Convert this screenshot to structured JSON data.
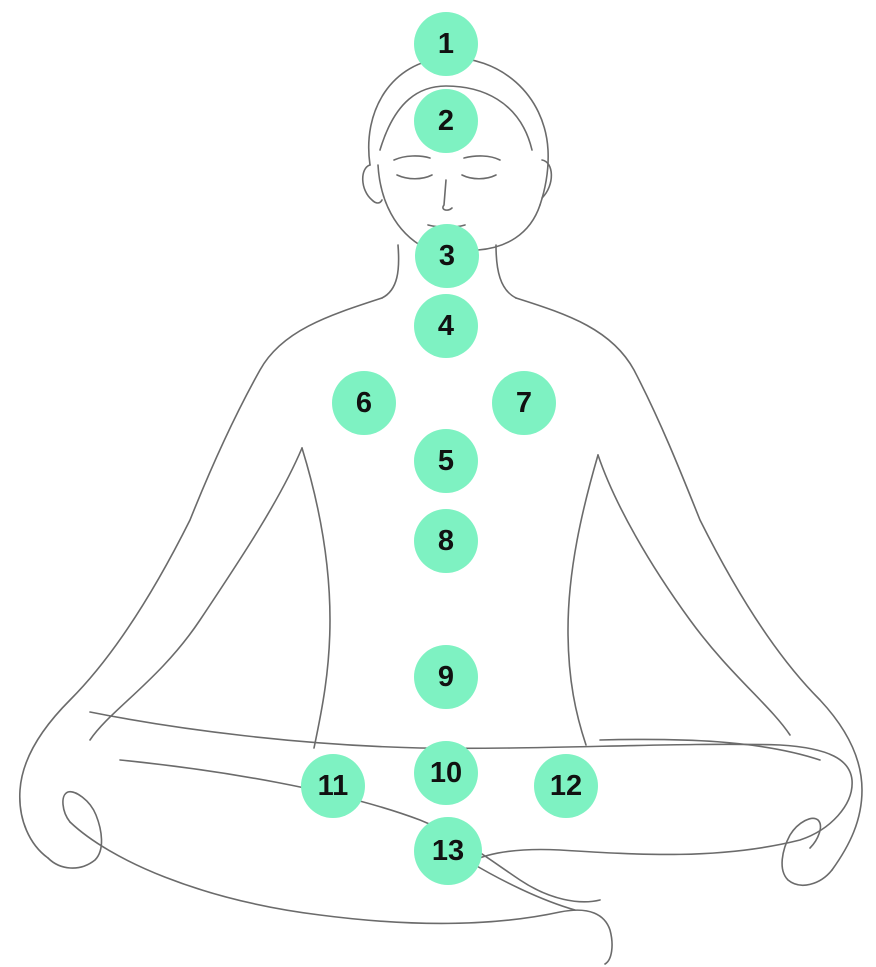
{
  "colors": {
    "point_fill": "#7ef2c2",
    "label_text": "#111111",
    "outline": "#6b6b6b"
  },
  "points": {
    "p1": "1",
    "p2": "2",
    "p3": "3",
    "p4": "4",
    "p5": "5",
    "p6": "6",
    "p7": "7",
    "p8": "8",
    "p9": "9",
    "p10": "10",
    "p11": "11",
    "p12": "12",
    "p13": "13"
  }
}
